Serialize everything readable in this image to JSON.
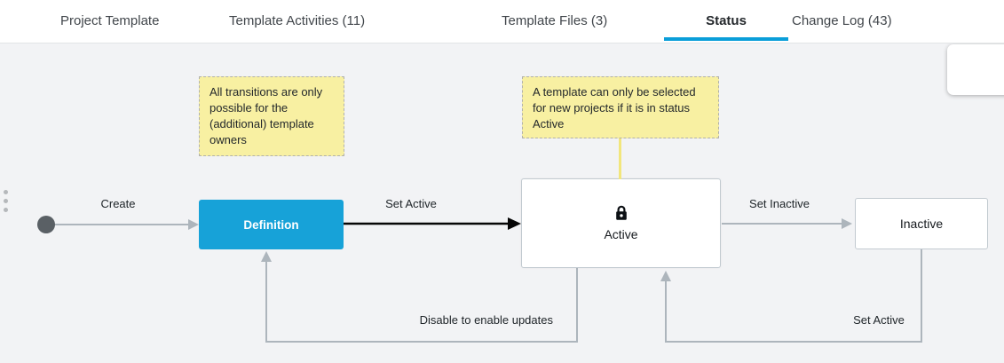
{
  "tabs": {
    "project_template": "Project Template",
    "template_activities": "Template Activities (11)",
    "template_files": "Template Files (3)",
    "status": "Status",
    "change_log": "Change Log (43)"
  },
  "diagram": {
    "states": {
      "definition": "Definition",
      "active": "Active",
      "inactive": "Inactive"
    },
    "transitions": {
      "create": "Create",
      "set_active": "Set Active",
      "set_inactive": "Set Inactive",
      "disable": "Disable to enable updates",
      "set_active_return": "Set Active"
    },
    "notes": {
      "transitions_note": "All transitions are only possible for the (additional) template owners",
      "active_note": "A template can only be selected for new projects if it is in status Active"
    },
    "icons": {
      "active_lock": "lock-icon"
    },
    "colors": {
      "accent_underline": "#0a9ed9",
      "definition_fill": "#17a2d8",
      "note_fill": "#f8f0a2",
      "arrow_gray": "#adb5bc",
      "selected_transition": "#000000",
      "canvas_bg": "#f2f3f5"
    }
  }
}
